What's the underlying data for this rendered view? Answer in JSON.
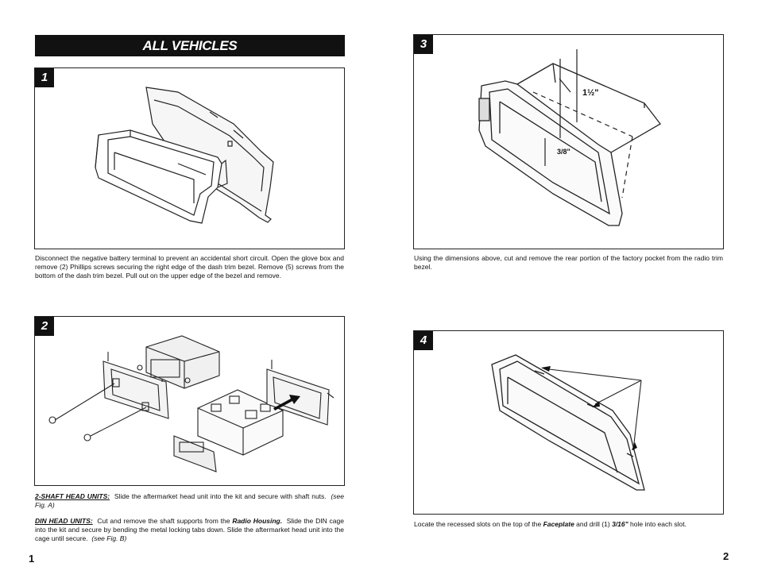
{
  "page_left": {
    "header_title": "ALL VEHICLES",
    "page_number": "1",
    "step1": {
      "number": "1",
      "caption": "Disconnect the negative battery terminal to prevent an accidental short circuit.  Open the glove box and remove (2) Phillips screws securing the right edge of the dash trim bezel.  Remove (5) screws from the bottom of the dash trim bezel.  Pull out on the upper edge of the bezel and remove."
    },
    "step2": {
      "number": "2",
      "shaft_label": "2-SHAFT HEAD UNITS:",
      "shaft_text": "Slide the aftermarket head unit into the kit and secure with shaft nuts.",
      "shaft_ref": "(see Fig. A)",
      "din_label": "DIN HEAD UNITS:",
      "din_text_1": "Cut and remove the shaft supports from the",
      "din_bold": "Radio Housing.",
      "din_text_2": "Slide the DIN cage into the kit and secure by bending the metal locking tabs down.  Slide the aftermarket head unit into the cage until secure.",
      "din_ref": "(see Fig. B)"
    }
  },
  "page_right": {
    "page_number": "2",
    "step3": {
      "number": "3",
      "dim_top": "1½\"",
      "dim_inner": "3/8\"",
      "caption": "Using the dimensions above, cut and remove the rear portion of the factory pocket from the radio trim bezel."
    },
    "step4": {
      "number": "4",
      "caption_1": "Locate the recessed slots on the top of the",
      "caption_bold_1": "Faceplate",
      "caption_2": "and drill (1)",
      "caption_bold_2": "3/16\"",
      "caption_3": "hole into each slot."
    }
  }
}
